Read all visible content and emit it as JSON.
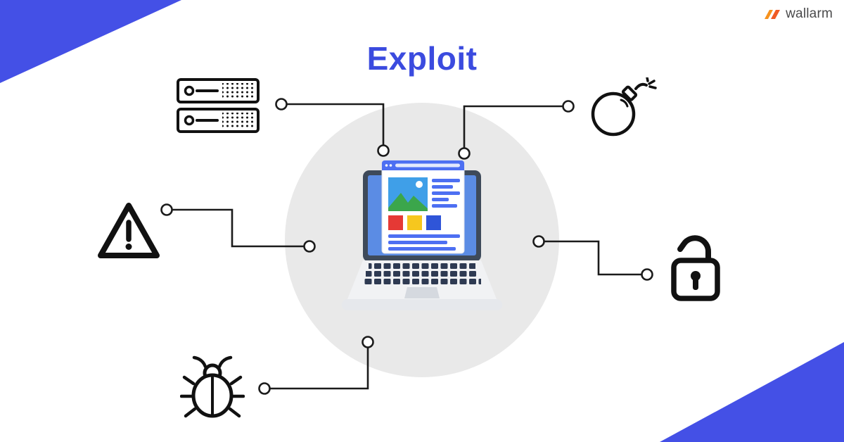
{
  "title": "Exploit",
  "brand": {
    "name": "wallarm"
  },
  "colors": {
    "accent": "#4450E6",
    "title": "#3B4BDF",
    "circle": "#E9E9E9",
    "line": "#1B1B1B",
    "icon": "#111111",
    "browser-blue": "#4D6FF2",
    "screen-frame": "#3E4A5A",
    "screen-blue": "#5B8CE4",
    "img-sky": "#3F9FE8",
    "img-green": "#3BA64B",
    "sq-red": "#E53935",
    "sq-yellow": "#F6C71E",
    "sq-blue": "#2F55D8",
    "logo-orange": "#F6921E",
    "logo-red": "#F05A24",
    "logo-text": "#4A4A4B",
    "deck": "#F1F2F4",
    "keys": "#2E3A52",
    "trackpad": "#D5D9DF",
    "base": "#E6E8EC"
  },
  "icons": [
    {
      "name": "server-icon"
    },
    {
      "name": "bomb-icon"
    },
    {
      "name": "warning-icon"
    },
    {
      "name": "lock-open-icon"
    },
    {
      "name": "bug-icon"
    },
    {
      "name": "laptop-browser-illustration"
    }
  ]
}
